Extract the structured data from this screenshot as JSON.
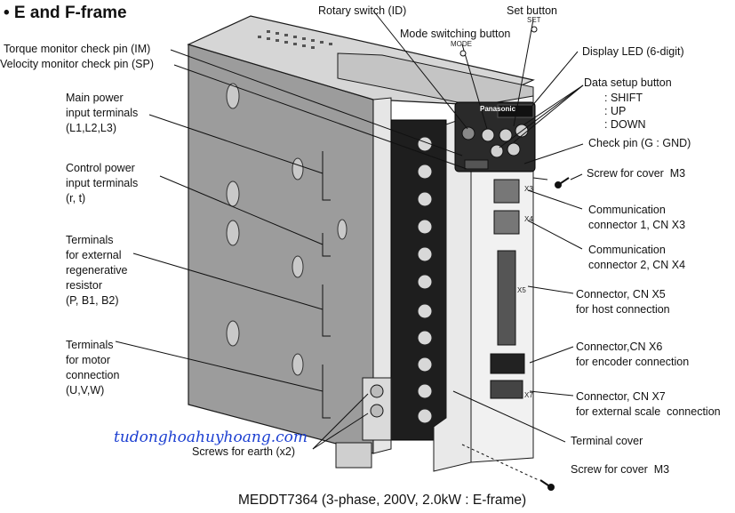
{
  "title": "• E and F-frame",
  "caption": "MEDDT7364 (3-phase, 200V, 2.0kW : E-frame)",
  "watermark": "tudonghoahuyhoang.com",
  "labels": {
    "rotary_switch": "Rotary switch (ID)",
    "set_button": "Set button",
    "set_small": "SET",
    "mode_switching": "Mode switching button",
    "mode_small": "MODE",
    "torque_monitor": "Torque monitor check pin (IM)",
    "velocity_monitor": "Velocity monitor check pin (SP)",
    "main_power": "Main power\ninput terminals\n(L1,L2,L3)",
    "control_power": "Control power\ninput terminals\n(r, t)",
    "regen": "Terminals\nfor external\nregenerative\nresistor\n(P, B1, B2)",
    "motor": "Terminals\nfor motor\nconnection\n(U,V,W)",
    "screws_earth": "Screws for earth (x2)",
    "display_led": "Display LED (6-digit)",
    "data_setup": "Data setup button",
    "shift": ": SHIFT",
    "up": ": UP",
    "down": ": DOWN",
    "check_pin": "Check pin (G : GND)",
    "screw_cover_top": "Screw for cover  M3",
    "comm1": "Communication\nconnector 1, CN X3",
    "comm2": "Communication\nconnector 2, CN X4",
    "cn_x5": "Connector, CN X5\nfor host connection",
    "cn_x6": "Connector,CN X6\nfor encoder connection",
    "cn_x7": "Connector, CN X7\nfor external scale  connection",
    "terminal_cover": "Terminal cover",
    "screw_cover_bottom": "Screw for cover  M3",
    "brand": "Panasonic",
    "x3": "X3",
    "x4": "X4",
    "x5": "X5",
    "x7": "X7"
  },
  "colors": {
    "outline": "#1a1a1a",
    "body_gray": "#a9a9a9",
    "terminal_black": "#1e1e1e",
    "watermark": "#1c3fd1"
  }
}
